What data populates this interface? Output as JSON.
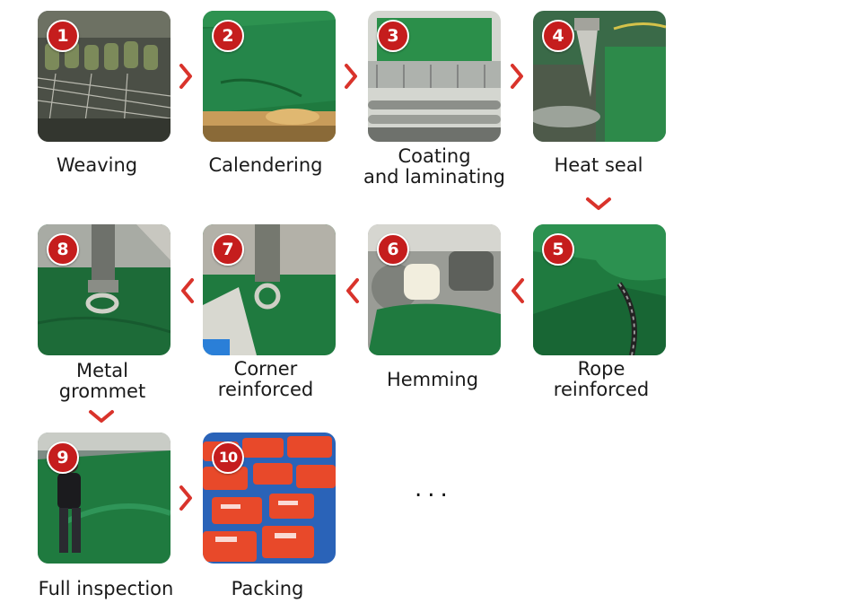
{
  "steps": [
    {
      "number": "1",
      "label": "Weaving"
    },
    {
      "number": "2",
      "label": "Calendering"
    },
    {
      "number": "3",
      "label": "Coating\nand laminating"
    },
    {
      "number": "4",
      "label": "Heat seal"
    },
    {
      "number": "5",
      "label": "Rope\nreinforced"
    },
    {
      "number": "6",
      "label": "Hemming"
    },
    {
      "number": "7",
      "label": "Corner\nreinforced"
    },
    {
      "number": "8",
      "label": "Metal\ngrommet"
    },
    {
      "number": "9",
      "label": "Full inspection"
    },
    {
      "number": "10",
      "label": "Packing"
    }
  ],
  "continuation": "...",
  "colors": {
    "badge": "#c51d1d",
    "arrow": "#d9332b",
    "tarp_green": "#1f7a3f",
    "tarp_blue": "#2a63b8",
    "tarp_orange": "#e8492a"
  }
}
